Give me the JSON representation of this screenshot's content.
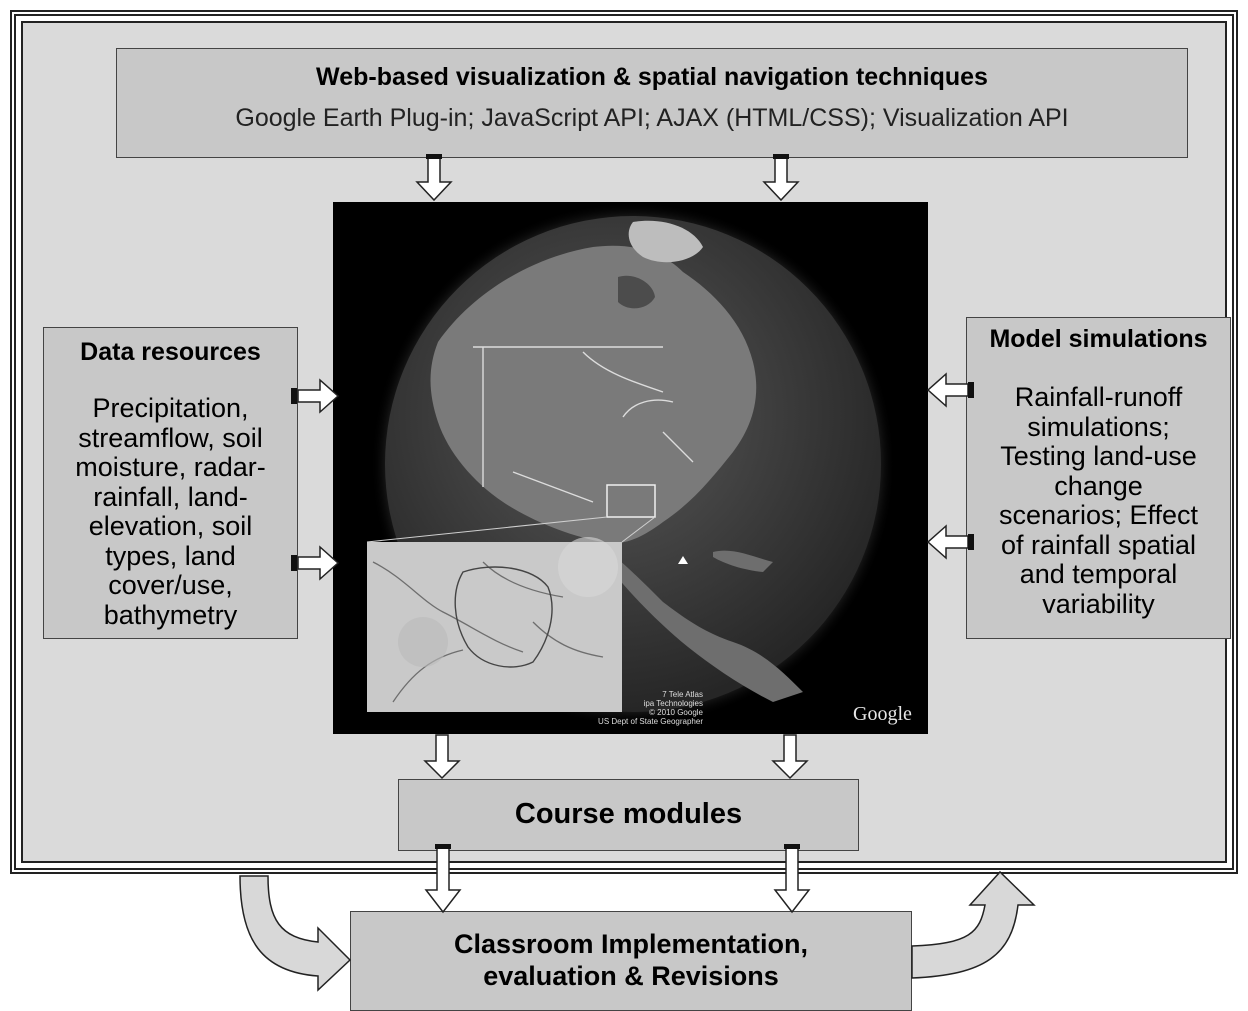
{
  "top_box": {
    "title": "Web-based visualization & spatial navigation techniques",
    "subtitle": "Google Earth Plug-in; JavaScript API; AJAX (HTML/CSS); Visualization API"
  },
  "data_resources": {
    "title": "Data resources",
    "body_lines": [
      "Precipitation,",
      "streamflow, soil",
      "moisture, radar-",
      "rainfall, land-",
      "elevation, soil",
      "types, land",
      "cover/use,",
      "bathymetry"
    ]
  },
  "model_simulations": {
    "title": "Model simulations",
    "body_lines": [
      "Rainfall-runoff",
      "simulations;",
      "Testing land-use",
      "change",
      "scenarios; Effect",
      "of rainfall spatial",
      "and temporal",
      "variability"
    ]
  },
  "course_modules": {
    "title": "Course modules"
  },
  "classroom": {
    "title_lines": [
      "Classroom Implementation,",
      "evaluation & Revisions"
    ]
  },
  "map_image": {
    "google_logo": "Google",
    "credit_lines": [
      "7 Tele Atlas",
      "ipa Technologies",
      "© 2010 Google",
      "US Dept of State Geographer"
    ]
  }
}
